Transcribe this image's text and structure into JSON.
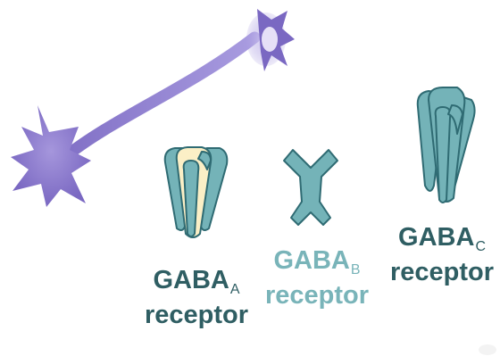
{
  "colors": {
    "neuron": "#8f7fcf",
    "neuron_dark": "#6e5cb8",
    "receptor_fill": "#74b3b8",
    "receptor_outline": "#2f6b73",
    "receptor_a_core": "#fbefc6",
    "label_dark": "#2f5e63",
    "label_light": "#79b4b9"
  },
  "receptors": {
    "a": {
      "name": "GABA",
      "sub": "A",
      "word": "receptor"
    },
    "b": {
      "name": "GABA",
      "sub": "B",
      "word": "receptor"
    },
    "c": {
      "name": "GABA",
      "sub": "C",
      "word": "receptor"
    }
  }
}
